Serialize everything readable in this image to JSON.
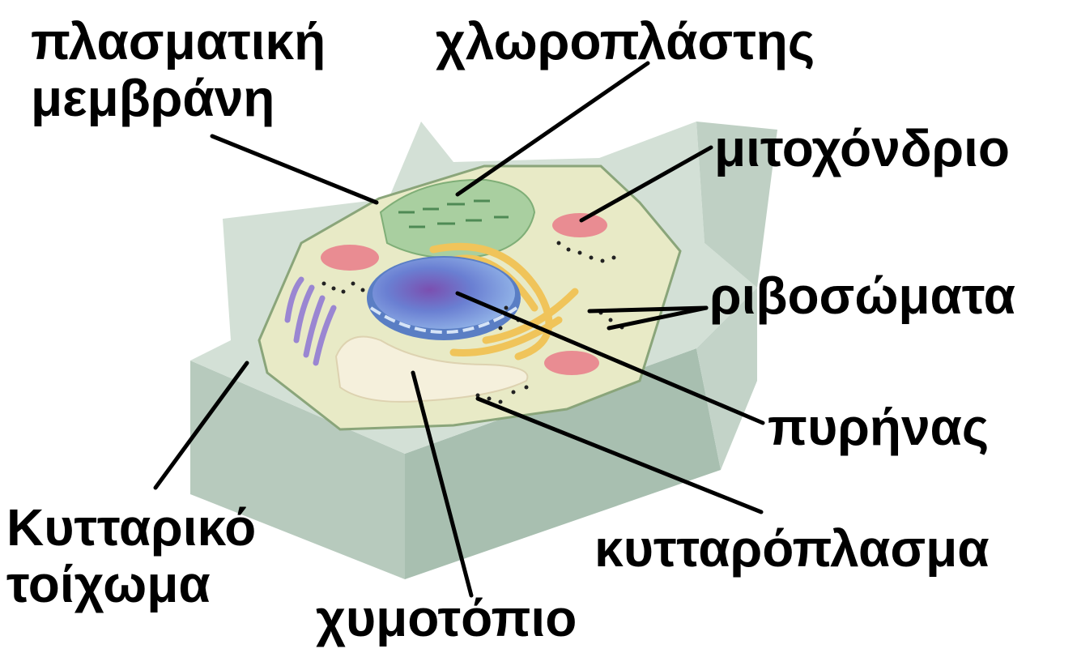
{
  "labels": {
    "plasma_membrane": "πλασματική\nμεμβράνη",
    "chloroplast": "χλωροπλάστης",
    "mitochondrion": "μιτοχόνδριο",
    "ribosomes": "ριβοσώματα",
    "nucleus": "πυρήνας",
    "cell_wall": "Κυτταρικό\nτοίχωμα",
    "cytoplasm": "κυτταρόπλασμα",
    "vacuole": "χυμοτόπιο"
  },
  "colors": {
    "cell_wall": "#c9d8cd",
    "cell_wall_shadow": "#9fb5a6",
    "cytoplasm": "#e9ebc6",
    "chloroplast": "#a9cfa0",
    "nucleus": "#6f8fd6",
    "nucleolus": "#7a5fb8",
    "golgi": "#9a86d2",
    "endoplasmic_reticulum": "#f0c45a",
    "mitochondrion": "#e98c92",
    "vacuole": "#f5f0dc",
    "leader_line": "#000000",
    "text": "#000000"
  }
}
